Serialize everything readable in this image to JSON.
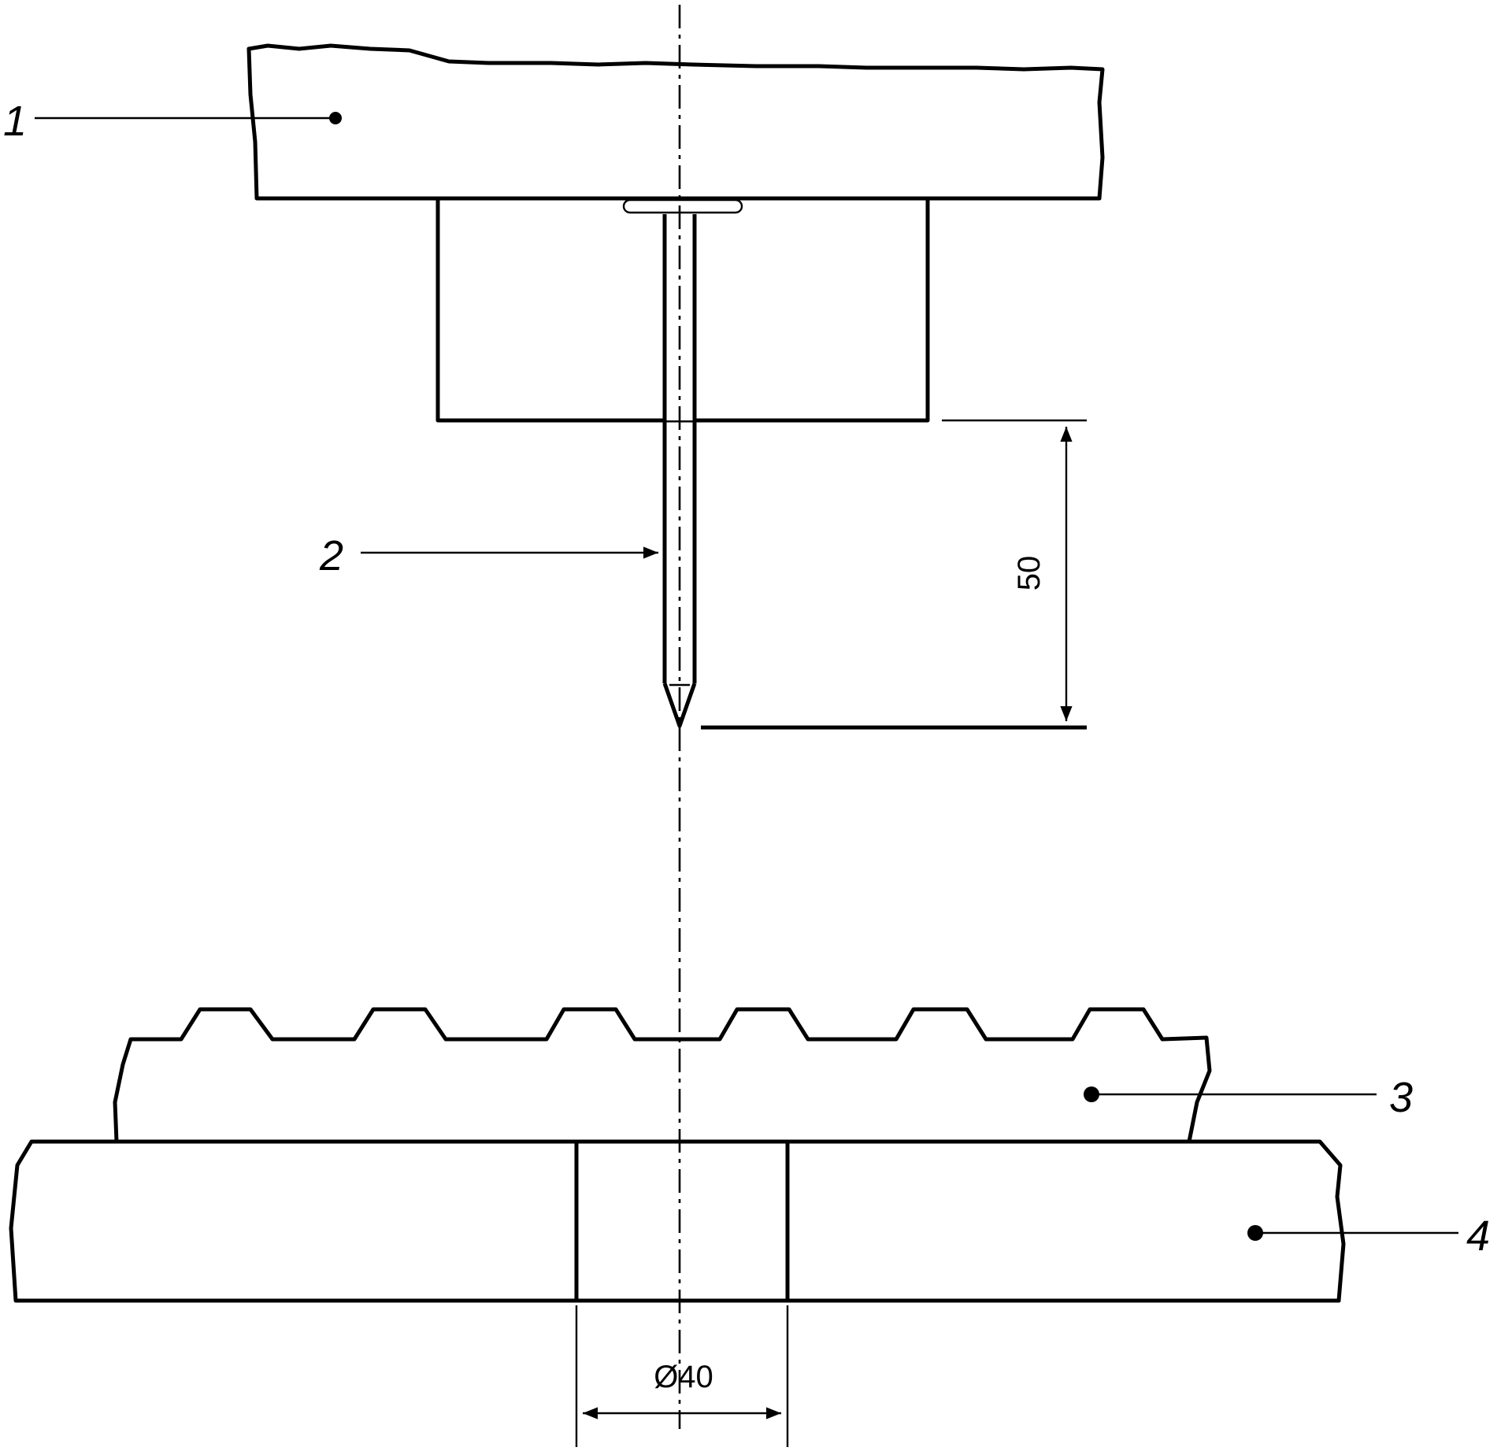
{
  "callouts": {
    "item1": "1",
    "item2": "2",
    "item3": "3",
    "item4": "4"
  },
  "dimensions": {
    "projection": "50",
    "hole_diameter": "Ø40"
  },
  "colors": {
    "line": "#000000",
    "background": "#ffffff"
  }
}
